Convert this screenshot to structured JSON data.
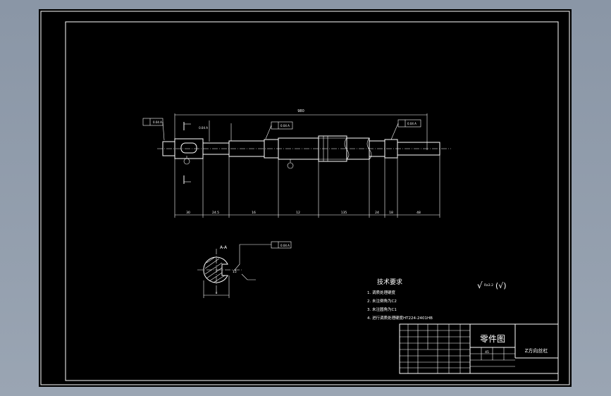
{
  "drawing": {
    "overall_length": "980",
    "segment_lengths": [
      "30",
      "24.5",
      "16",
      "12",
      "135",
      "24",
      "18",
      "48"
    ],
    "tolerance_frames": [
      "0.04 A",
      "0.04 A",
      "0.04 A",
      "0.04 A"
    ],
    "section_label": "A-A",
    "key_width": "8",
    "key_depth": "15",
    "section_frame": "0.04 A",
    "roughness_label": "Ra3.2",
    "roughness_symbol": "√",
    "roughness_paren": "(√)"
  },
  "tech_requirements": {
    "title": "技术要求",
    "items": [
      "1. 调质处理硬度",
      "2. 未注倒角为C2",
      "3. 未注圆角为C1",
      "4. 进行调质处理硬度HT224-2401HB"
    ]
  },
  "title_block": {
    "heading": "零件图",
    "part_name": "Z方向丝杠",
    "material_hint": "45"
  }
}
